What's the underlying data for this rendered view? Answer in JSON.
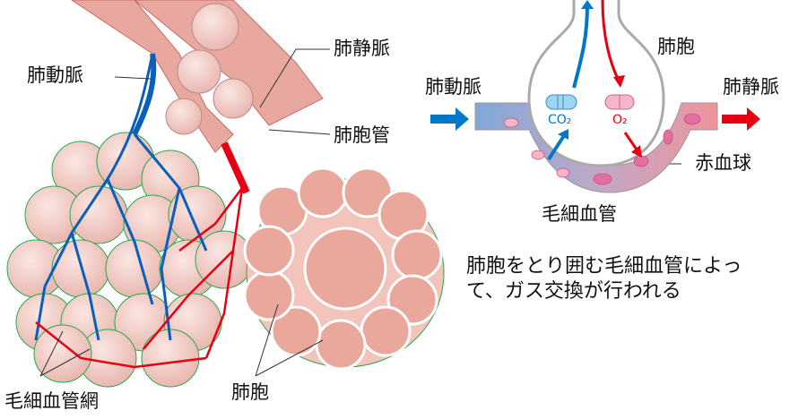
{
  "left_labels": {
    "pulmonary_artery": "肺動脈",
    "pulmonary_vein": "肺静脈",
    "alveolar_duct": "肺胞管",
    "capillary_network": "毛細血管網",
    "alveolus": "肺胞"
  },
  "right_labels": {
    "pulmonary_artery": "肺動脈",
    "pulmonary_vein": "肺静脈",
    "alveolus": "肺胞",
    "co2": "CO₂",
    "o2": "O₂",
    "red_blood_cell": "赤血球",
    "capillary": "毛細血管"
  },
  "caption": [
    "肺胞をとり囲む毛細血管によっ",
    "て、ガス交換が行われる"
  ],
  "colors": {
    "blue": "#0077c8",
    "red": "#e60012",
    "alveolus": "#f4c9c2",
    "green": "#2aa84a"
  }
}
